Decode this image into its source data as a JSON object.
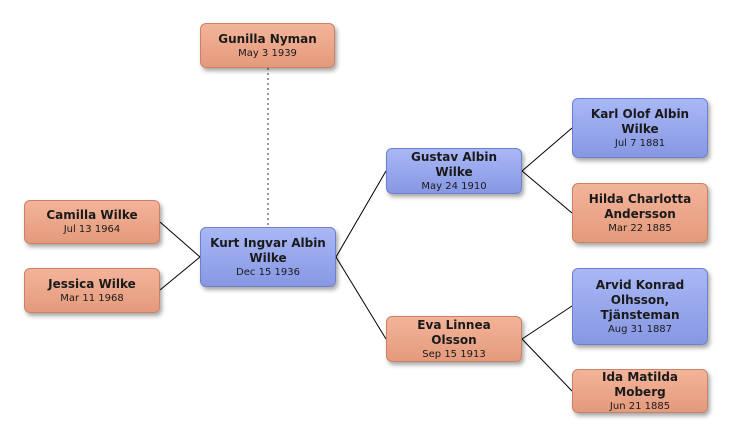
{
  "people": {
    "gunilla": {
      "name": "Gunilla Nyman",
      "date": "May 3 1939"
    },
    "camilla": {
      "name": "Camilla Wilke",
      "date": "Jul 13 1964"
    },
    "jessica": {
      "name": "Jessica Wilke",
      "date": "Mar 11 1968"
    },
    "kurt": {
      "name": "Kurt Ingvar Albin Wilke",
      "date": "Dec 15 1936"
    },
    "gustav": {
      "name": "Gustav Albin Wilke",
      "date": "May 24 1910"
    },
    "eva": {
      "name": "Eva Linnea Olsson",
      "date": "Sep 15 1913"
    },
    "karl": {
      "name": "Karl Olof Albin Wilke",
      "date": "Jul 7 1881"
    },
    "hilda": {
      "name": "Hilda Charlotta Andersson",
      "date": "Mar 22 1885"
    },
    "arvid": {
      "name": "Arvid Konrad Olhsson, Tjänsteman",
      "date": "Aug 31 1887"
    },
    "ida": {
      "name": "Ida Matilda Moberg",
      "date": "Jun 21 1885"
    }
  },
  "colors": {
    "female": "#e9a285",
    "male": "#95a4ea",
    "connector": "#000000"
  }
}
